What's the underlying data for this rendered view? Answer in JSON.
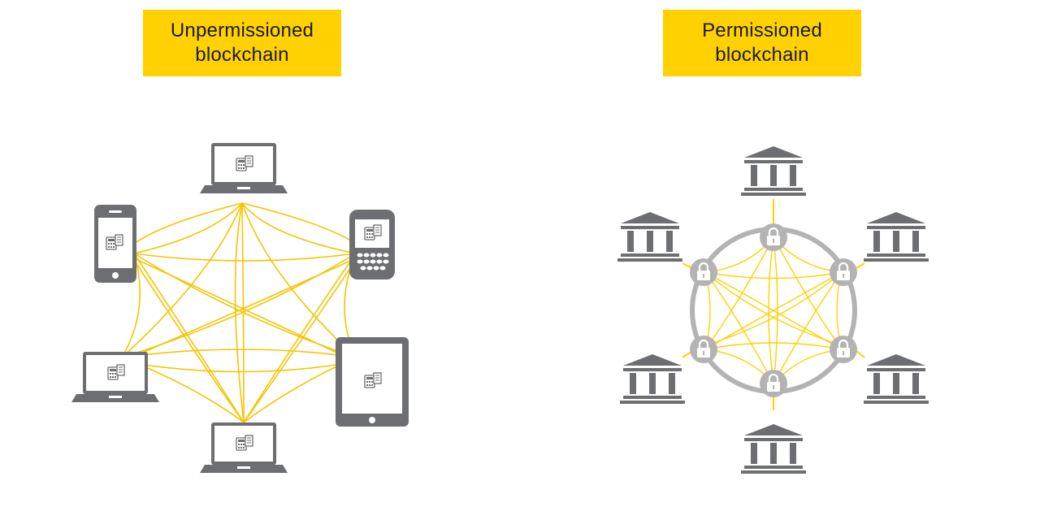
{
  "unpermissioned": {
    "title_line1": "Unpermissioned",
    "title_line2": "blockchain",
    "devices": [
      "laptop",
      "smartphone",
      "blackberry-phone",
      "laptop",
      "tablet",
      "laptop"
    ]
  },
  "permissioned": {
    "title_line1": "Permissioned",
    "title_line2": "blockchain",
    "nodes": [
      "bank",
      "bank",
      "bank",
      "bank",
      "bank",
      "bank"
    ],
    "node_icon": "padlock"
  },
  "colors": {
    "accent": "#ffd100",
    "line": "#f5c400",
    "device": "#6d6e71",
    "ring": "#b3b3b3"
  }
}
